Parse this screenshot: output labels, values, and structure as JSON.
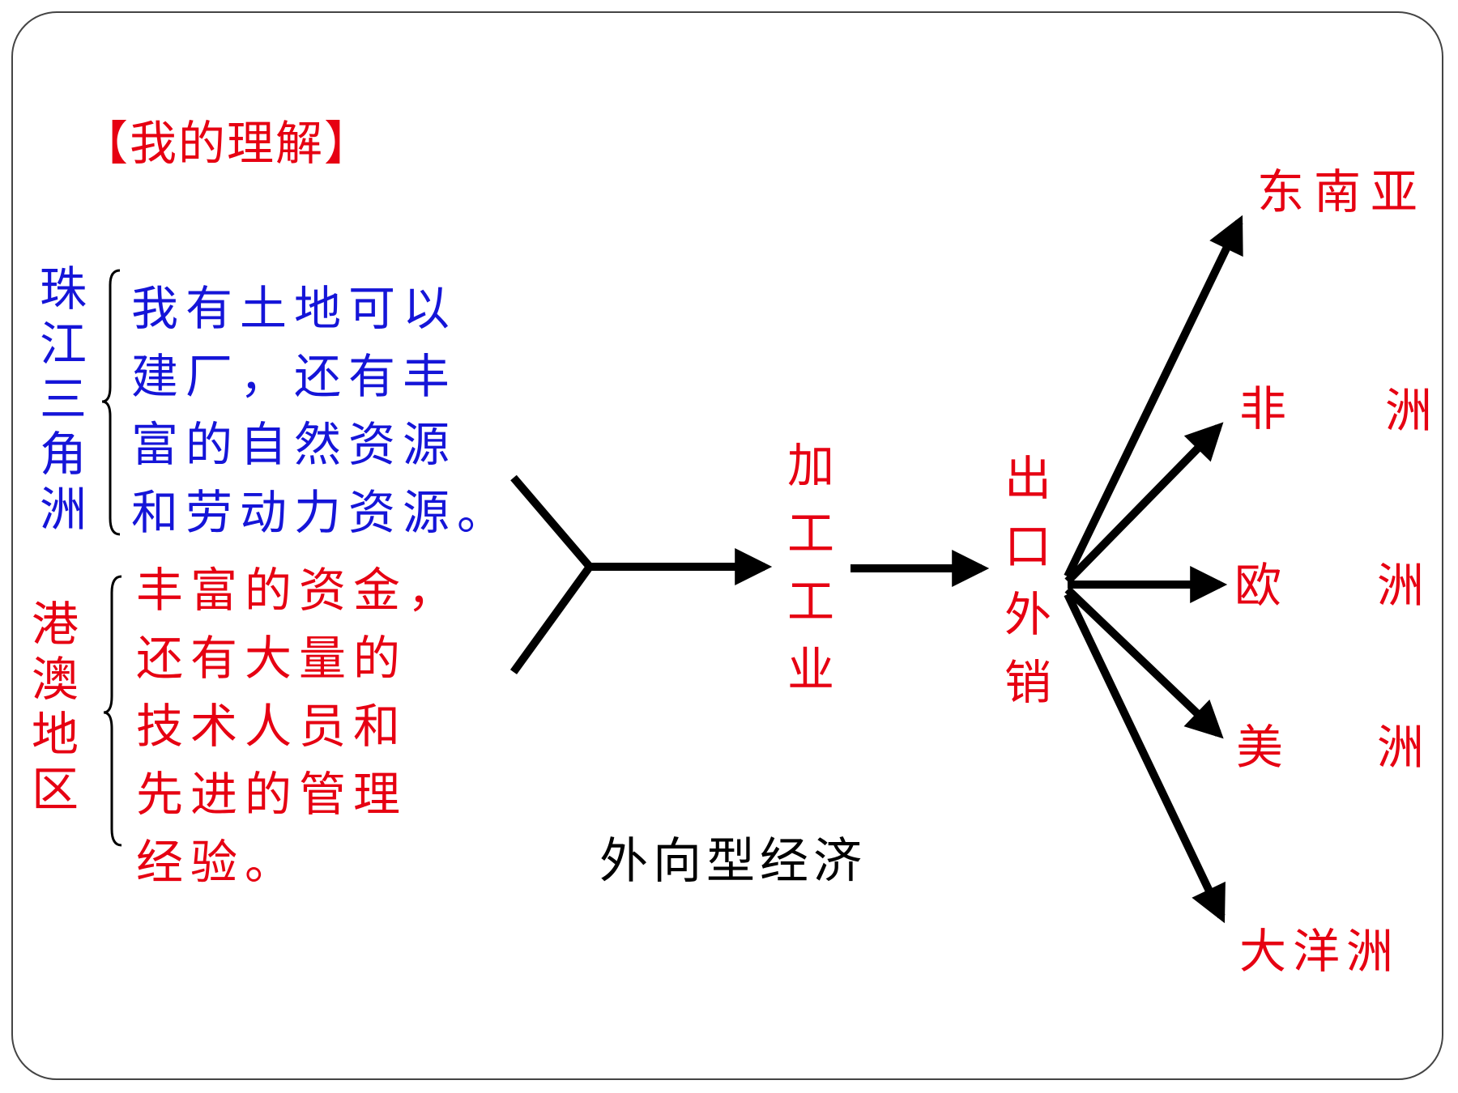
{
  "colors": {
    "blue": "#1515d8",
    "red": "#e60012",
    "black": "#000000",
    "frame": "#444444"
  },
  "heading": "【我的理解】",
  "pearl_delta": {
    "label": [
      "珠",
      "江",
      "三",
      "角",
      "洲"
    ],
    "lines": [
      "我有土地可以",
      "建厂，还有丰",
      "富的自然资源",
      "和劳动力资源。"
    ]
  },
  "hk_macao": {
    "label": [
      "港",
      "澳",
      "地",
      "区"
    ],
    "lines": [
      "丰富的资金，",
      "还有大量的",
      "技术人员和",
      "先进的管理",
      "经验。"
    ]
  },
  "processing": [
    "加",
    "工",
    "工",
    "业"
  ],
  "export": [
    "出",
    "口",
    "外",
    "销"
  ],
  "caption": "外向型经济",
  "destinations": [
    {
      "a": "东南亚",
      "b": ""
    },
    {
      "a": "非",
      "b": "洲"
    },
    {
      "a": "欧",
      "b": "洲"
    },
    {
      "a": "美",
      "b": "洲"
    },
    {
      "a": "大洋洲",
      "b": ""
    }
  ]
}
